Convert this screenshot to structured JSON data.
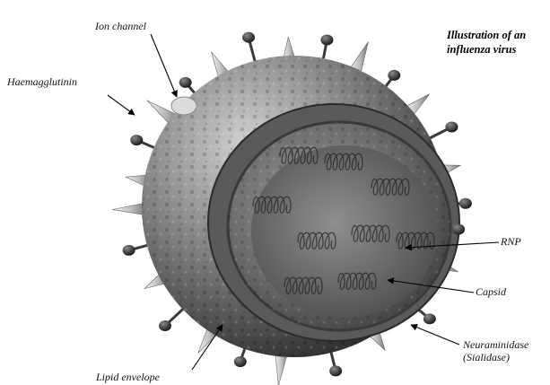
{
  "title": {
    "line1": "Illustration of an",
    "line2": "influenza virus"
  },
  "labels": {
    "ion_channel": "Ion channel",
    "haemagglutinin": "Haemagglutinin",
    "rnp": "RNP",
    "capsid": "Capsid",
    "neuraminidase_line1": "Neuraminidase",
    "neuraminidase_line2": "(Sialidase)",
    "lipid_envelope": "Lipid envelope"
  }
}
